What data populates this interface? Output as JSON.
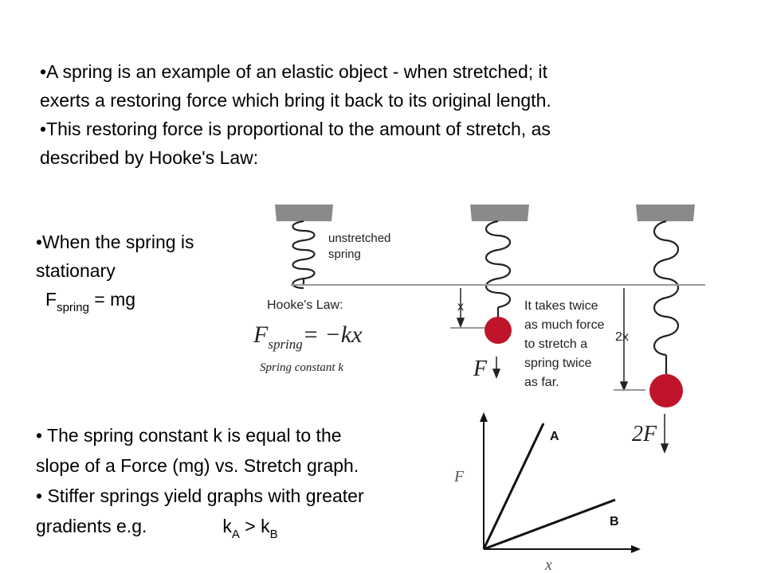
{
  "intro": {
    "bullet1_line1": "•A spring is an example of an elastic object - when stretched; it",
    "bullet1_line2": "exerts a restoring force which bring it back to its original length.",
    "bullet2_line1": "•This restoring force is proportional to the amount of stretch, as",
    "bullet2_line2": "described by Hooke's Law:"
  },
  "stationary": {
    "line1": "•When the spring is",
    "line2": "stationary",
    "f_symbol": "F",
    "f_subscript": "spring",
    "f_rhs": " = mg"
  },
  "spring_figure": {
    "unstretched_label_1": "unstretched",
    "unstretched_label_2": "spring",
    "hookes_law_label": "Hooke's Law:",
    "formula_F": "F",
    "formula_sub": "spring",
    "formula_rhs": "= −kx",
    "spring_constant_label": "Spring constant k",
    "x_label": "x",
    "F_label": "F",
    "twice_line1": "It takes twice",
    "twice_line2": "as much force",
    "twice_line3": "to stretch a",
    "twice_line4": "spring twice",
    "twice_line5": "as far.",
    "two_x_label": "2x",
    "two_F_label": "2F",
    "colors": {
      "ceiling": "#8a8a8a",
      "mass": "#c0142b",
      "lines": "#222222"
    }
  },
  "kslope": {
    "line1": "• The spring constant k is equal to the",
    "line2": "slope of a Force (mg) vs. Stretch graph.",
    "line3": "• Stiffer springs yield graphs with greater",
    "line4_prefix": "gradients  e.g.",
    "k_symbol": "k",
    "k_sub_a": "A",
    "gt": " > ",
    "k_sub_b": "B"
  },
  "graph": {
    "y_axis_label": "F",
    "x_axis_label": "x",
    "line_a_label": "A",
    "line_b_label": "B"
  }
}
